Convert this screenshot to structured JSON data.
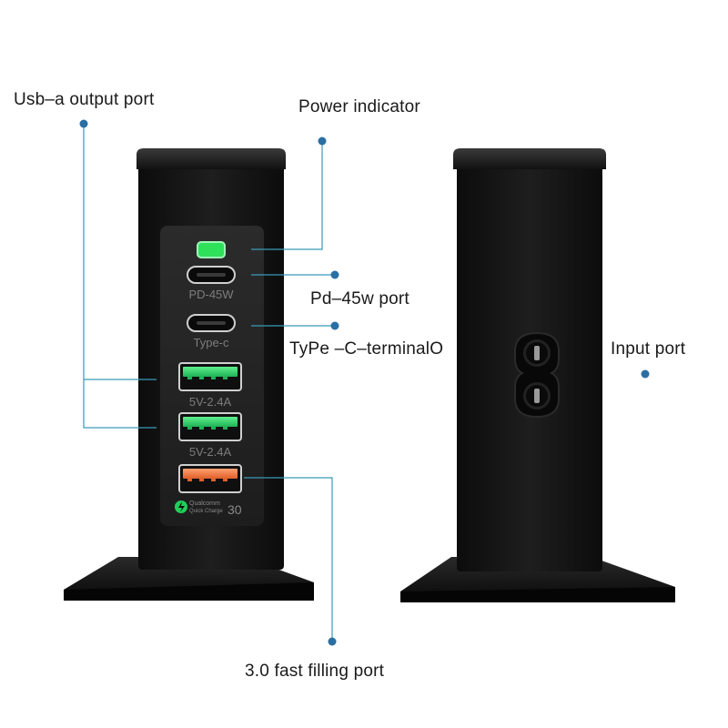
{
  "callouts": {
    "usb_a_output_port": "Usb–a output port",
    "power_indicator": "Power indicator",
    "pd_45w_port": "Pd–45w port",
    "type_c_terminal": "TyPe –C–terminalO",
    "input_port": "Input port",
    "fast_filling_port": "3.0 fast filling port"
  },
  "device_front": {
    "ports": [
      {
        "type": "usb-c",
        "label": "PD-45W"
      },
      {
        "type": "usb-c",
        "label": "Type-c"
      },
      {
        "type": "usb-a",
        "label": "5V-2.4A",
        "color": "#2ecc71"
      },
      {
        "type": "usb-a",
        "label": "5V-2.4A",
        "color": "#2ecc71"
      },
      {
        "type": "usb-a-qc",
        "color": "#f07a3a"
      }
    ],
    "qualcomm_logo": {
      "line1": "Qualcomm",
      "line2": "Quick Charge",
      "number": "30"
    },
    "led_color": "#2ee05a"
  },
  "colors": {
    "leader_line": "#3a9ab8",
    "dot": "#2a6fa3",
    "body": "#141414"
  }
}
